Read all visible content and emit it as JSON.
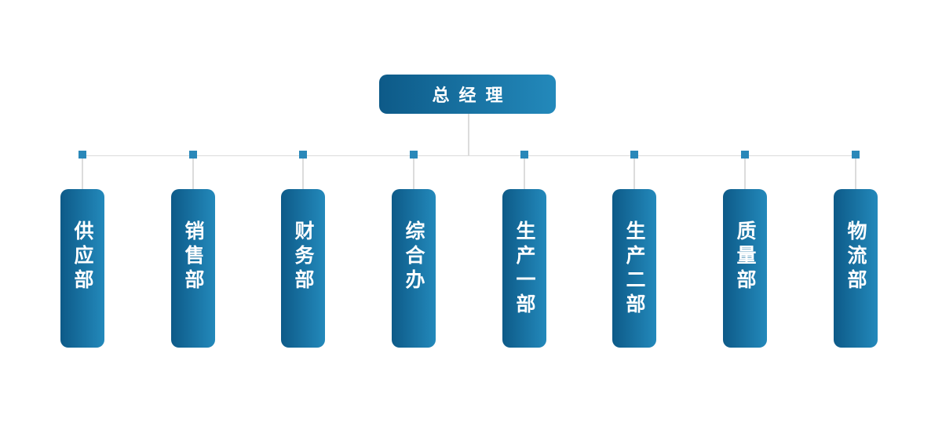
{
  "root": {
    "label": "总经理"
  },
  "departments": [
    {
      "label": "供应部"
    },
    {
      "label": "销售部"
    },
    {
      "label": "财务部"
    },
    {
      "label": "综合办"
    },
    {
      "label": "生产一部"
    },
    {
      "label": "生产二部"
    },
    {
      "label": "质量部"
    },
    {
      "label": "物流部"
    }
  ],
  "colors": {
    "background": "#ffffff",
    "gradient_dark": "#0d5a88",
    "gradient_light": "#2389bb",
    "node_marker": "#2a88b9",
    "connector": "#dcdcdc",
    "text_color": "#ffffff"
  }
}
